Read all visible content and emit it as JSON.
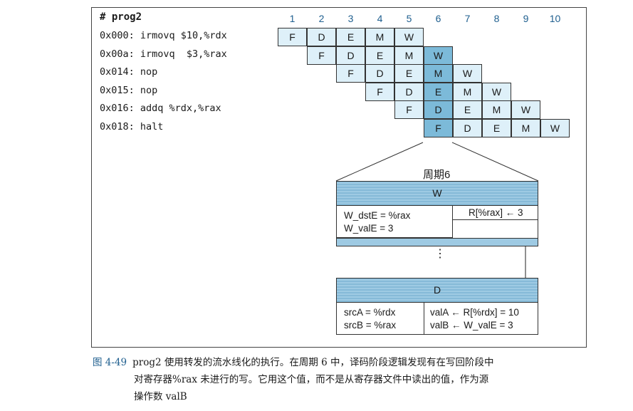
{
  "program": {
    "title": "# prog2",
    "instructions": [
      "0x000: irmovq $10,%rdx",
      "0x00a: irmovq  $3,%rax",
      "0x014: nop",
      "0x015: nop",
      "0x016: addq %rdx,%rax",
      "0x018: halt"
    ]
  },
  "pipeline": {
    "cycles": [
      "1",
      "2",
      "3",
      "4",
      "5",
      "6",
      "7",
      "8",
      "9",
      "10"
    ],
    "stages": [
      "F",
      "D",
      "E",
      "M",
      "W"
    ],
    "highlight_cycle": 6,
    "colors": {
      "cell": "#def0f9",
      "highlight": "#7cbad9",
      "register_band": "#9ecae3"
    }
  },
  "detail": {
    "cycle_label": "周期6",
    "w_register": {
      "name": "W",
      "left_line1": "W_dstE = %rax",
      "left_line2": "W_valE = 3",
      "right": "R[%rax] ← 3"
    },
    "dots": "⋮",
    "d_register": {
      "name": "D",
      "left_line1": "srcA = %rdx",
      "left_line2": "srcB = %rax",
      "right_line1": "valA ← R[%rdx] = 10",
      "right_line2": "valB ← W_valE = 3"
    }
  },
  "caption": {
    "label": "图 4-49",
    "line1": "prog2 使用转发的流水线化的执行。在周期 6 中，译码阶段逻辑发现有在写回阶段中",
    "line2": "对寄存器%rax 未进行的写。它用这个值，而不是从寄存器文件中读出的值，作为源",
    "line3": "操作数 valB"
  }
}
